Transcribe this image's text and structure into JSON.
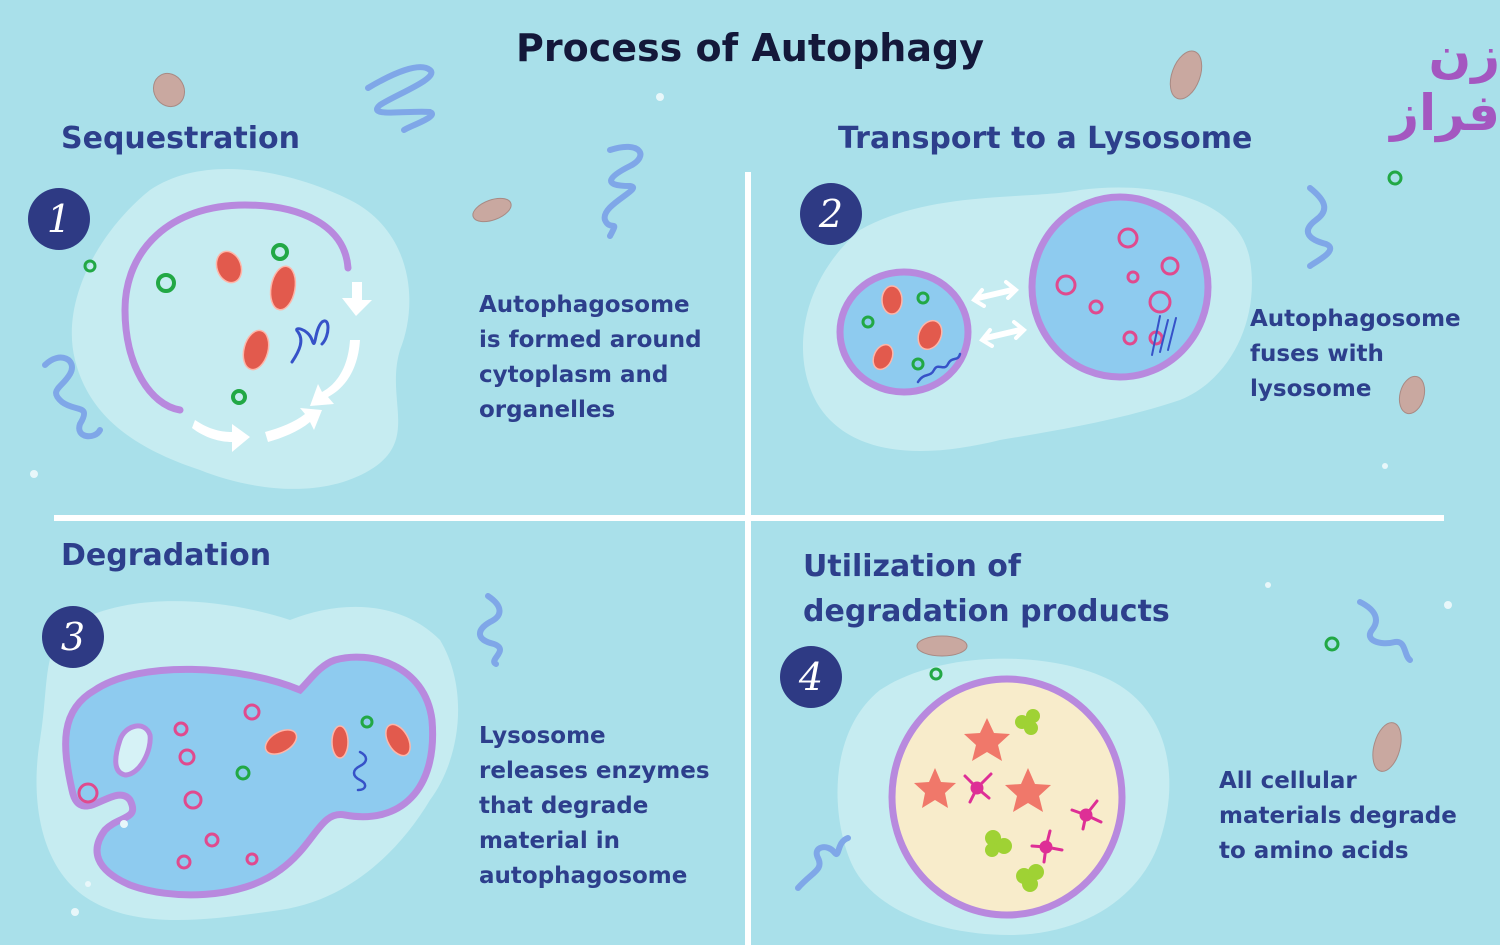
{
  "title": "Process of Autophagy",
  "logo_text": "زن فراز",
  "colors": {
    "background": "#a9e0ea",
    "heading": "#2d3f8c",
    "badge": "#2e3a84",
    "membrane": "#b889de",
    "lysosome_fill": "#8ecbef",
    "cell_halo": "#c6ecf1",
    "mitochondria": "#e25a4d",
    "vesicle": "#22a845",
    "lysosome_ring": "#e04a8e",
    "amino_acid_star": "#f0786a",
    "amino_acid_blob": "#9fd234",
    "amino_acid_cross": "#de2f96",
    "product_fill": "#f8eccb"
  },
  "panels": [
    {
      "number": "1",
      "heading": "Sequestration",
      "description": "Autophagosome\nis formed around\ncytoplasm and\norganelles"
    },
    {
      "number": "2",
      "heading": "Transport to a Lysosome",
      "description": "Autophagosome\nfuses with\nlysosome"
    },
    {
      "number": "3",
      "heading": "Degradation",
      "description": "Lysosome\nreleases enzymes\nthat degrade\nmaterial in\nautophagosome"
    },
    {
      "number": "4",
      "heading": "Utilization of\ndegradation products",
      "description": "All cellular\nmaterials degrade\nto amino acids"
    }
  ]
}
